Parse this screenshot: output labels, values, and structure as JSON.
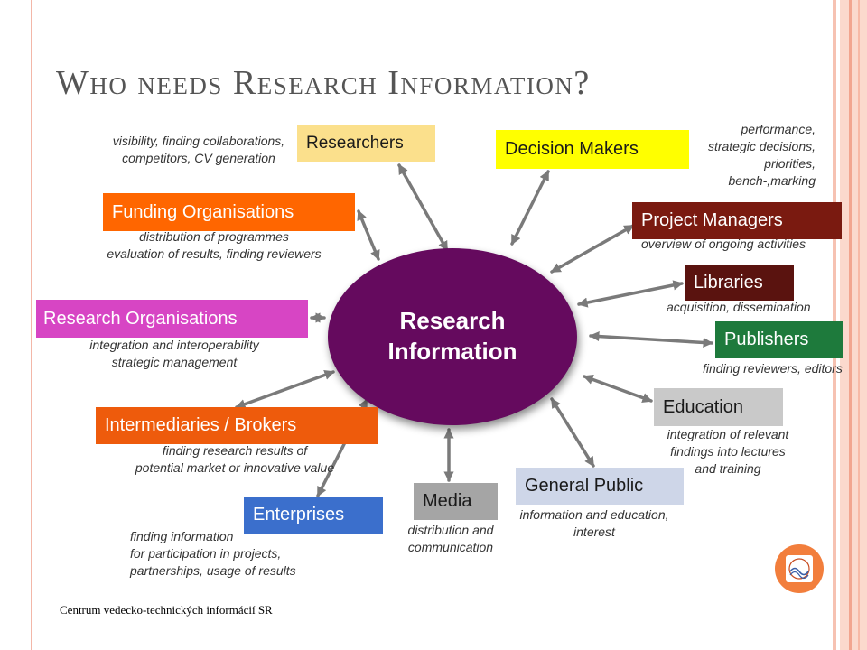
{
  "slide": {
    "title": "Who needs Research Information?",
    "footer": "Centrum vedecko-technických informácií SR"
  },
  "hub": {
    "label": "Research\nInformation",
    "fill": "#650a5e"
  },
  "nodes": [
    {
      "id": "researchers",
      "label": "Researchers",
      "fill": "#fbe08c",
      "text_color": "#1a1a1a"
    },
    {
      "id": "decision-makers",
      "label": "Decision Makers",
      "fill": "#ffff00",
      "text_color": "#1a1a1a"
    },
    {
      "id": "funding-organisations",
      "label": "Funding Organisations",
      "fill": "#ff6600",
      "text_color": "#ffffff"
    },
    {
      "id": "project-managers",
      "label": "Project Managers",
      "fill": "#7a1a10",
      "text_color": "#ffffff"
    },
    {
      "id": "libraries",
      "label": "Libraries",
      "fill": "#5a130f",
      "text_color": "#ffffff"
    },
    {
      "id": "research-organisations",
      "label": "Research Organisations",
      "fill": "#d745c4",
      "text_color": "#ffffff"
    },
    {
      "id": "publishers",
      "label": "Publishers",
      "fill": "#1e7a3c",
      "text_color": "#ffffff"
    },
    {
      "id": "education",
      "label": "Education",
      "fill": "#c9c9c9",
      "text_color": "#1a1a1a"
    },
    {
      "id": "intermediaries-brokers",
      "label": "Intermediaries / Brokers",
      "fill": "#ee5b0c",
      "text_color": "#ffffff"
    },
    {
      "id": "general-public",
      "label": "General Public",
      "fill": "#ced6e8",
      "text_color": "#1a1a1a"
    },
    {
      "id": "media",
      "label": "Media",
      "fill": "#a5a5a5",
      "text_color": "#1a1a1a"
    },
    {
      "id": "enterprises",
      "label": "Enterprises",
      "fill": "#3b6fcc",
      "text_color": "#ffffff"
    }
  ],
  "notes": [
    {
      "id": "researchers",
      "text": "visibility, finding collaborations,\ncompetitors, CV generation"
    },
    {
      "id": "decision-makers",
      "text": "performance,\nstrategic decisions,\npriorities,\nbench-,marking"
    },
    {
      "id": "funding-organisations",
      "text": "distribution of programmes\nevaluation of results, finding reviewers"
    },
    {
      "id": "project-managers",
      "text": "overview of ongoing activities"
    },
    {
      "id": "libraries",
      "text": "acquisition, dissemination"
    },
    {
      "id": "research-organisations",
      "text": "integration and interoperability\nstrategic management"
    },
    {
      "id": "publishers",
      "text": "finding reviewers, editors"
    },
    {
      "id": "education",
      "text": "integration of relevant\nfindings into lectures\nand training"
    },
    {
      "id": "intermediaries-brokers",
      "text": "finding research results of\npotential market or innovative value"
    },
    {
      "id": "general-public",
      "text": "information and education,\ninterest"
    },
    {
      "id": "media",
      "text": "distribution and\ncommunication"
    },
    {
      "id": "enterprises",
      "text": "finding information\nfor participation in projects,\npartnerships, usage of results"
    }
  ],
  "colors": {
    "arrow": "#7a7a7a",
    "logo_outer": "#f27e3c",
    "logo_inner": "#ffffff"
  }
}
